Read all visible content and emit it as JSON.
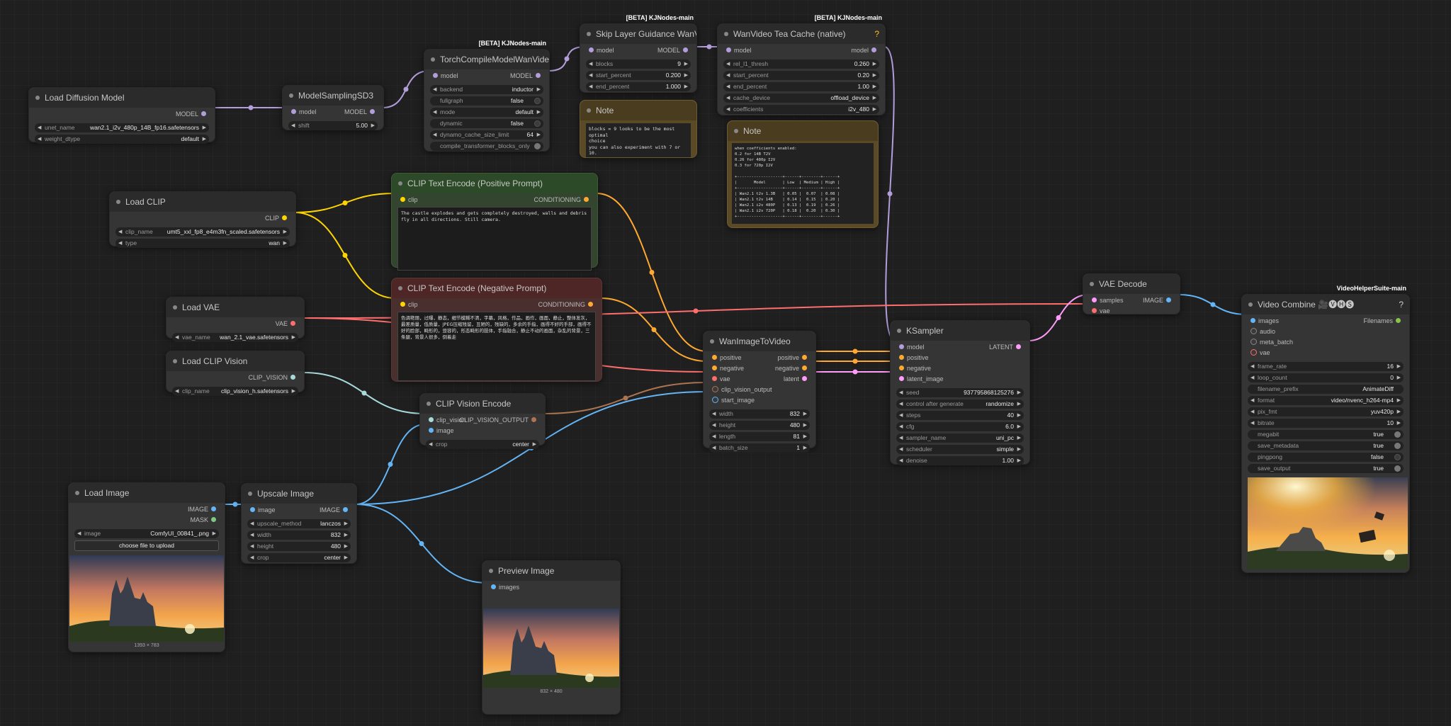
{
  "colors": {
    "model": "#b39ddb",
    "clip": "#ffd500",
    "cond": "#ffa931",
    "vae": "#ff6e6e",
    "clip_vision": "#a8dadc",
    "clip_vision_output": "#ad7452",
    "image": "#64b5f6",
    "latent": "#ff9cf9"
  },
  "nodes": {
    "load_diffusion": {
      "title": "Load Diffusion Model",
      "outputs": [
        "MODEL"
      ],
      "widgets": [
        {
          "label": "unet_name",
          "value": "wan2.1_i2v_480p_14B_fp16.safetensors"
        },
        {
          "label": "weight_dtype",
          "value": "default"
        }
      ]
    },
    "model_sampling": {
      "title": "ModelSamplingSD3",
      "inputs": [
        "model"
      ],
      "outputs": [
        "MODEL"
      ],
      "widgets": [
        {
          "label": "shift",
          "value": "5.00"
        }
      ]
    },
    "torch_compile": {
      "title": "TorchCompileModelWanVideo",
      "badge": "[BETA] KJNodes-main",
      "inputs": [
        "model"
      ],
      "outputs": [
        "MODEL"
      ],
      "widgets": [
        {
          "label": "backend",
          "value": "inductor"
        },
        {
          "label": "fullgraph",
          "value": "false"
        },
        {
          "label": "mode",
          "value": "default"
        },
        {
          "label": "dynamic",
          "value": "false"
        },
        {
          "label": "dynamo_cache_size_limit",
          "value": "64"
        },
        {
          "label": "compile_transformer_blocks_only",
          "value": "true"
        }
      ]
    },
    "skip_layer": {
      "title": "Skip Layer Guidance WanVideo",
      "badge": "[BETA] KJNodes-main",
      "inputs": [
        "model"
      ],
      "outputs": [
        "MODEL"
      ],
      "widgets": [
        {
          "label": "blocks",
          "value": "9"
        },
        {
          "label": "start_percent",
          "value": "0.200"
        },
        {
          "label": "end_percent",
          "value": "1.000"
        }
      ]
    },
    "tea_cache": {
      "title": "WanVideo Tea Cache (native)",
      "badge": "[BETA] KJNodes-main",
      "help": "?",
      "inputs": [
        "model"
      ],
      "outputs": [
        "model"
      ],
      "widgets": [
        {
          "label": "rel_l1_thresh",
          "value": "0.260"
        },
        {
          "label": "start_percent",
          "value": "0.20"
        },
        {
          "label": "end_percent",
          "value": "1.00"
        },
        {
          "label": "cache_device",
          "value": "offload_device"
        },
        {
          "label": "coefficients",
          "value": "i2v_480"
        }
      ]
    },
    "note1": {
      "title": "Note",
      "text": "blocks = 9 looks to be the most optimal\nchoice\nyou can also experiment with 7 or 10."
    },
    "note2": {
      "title": "Note",
      "text": "when coefficients enabled:\n0.2 for 14B T2V\n0.26 for 480p I2V\n0.3 for 720p I2V\n\n+-------------------+------+--------+------+\n|       Model       | Low  | Medium | High |\n+-------------------+------+--------+------+\n| Wan2.1 t2v 1.3B   | 0.05 |  0.07  | 0.08 |\n| Wan2.1 t2v 14B    | 0.14 |  0.15  | 0.20 |\n| Wan2.1 i2v 480P   | 0.13 |  0.19  | 0.26 |\n| Wan2.1 i2v 720P   | 0.18 |  0.20  | 0.30 |\n+-------------------+------+--------+------+"
    },
    "load_clip": {
      "title": "Load CLIP",
      "outputs": [
        "CLIP"
      ],
      "widgets": [
        {
          "label": "clip_name",
          "value": "umt5_xxl_fp8_e4m3fn_scaled.safetensors"
        },
        {
          "label": "type",
          "value": "wan"
        }
      ]
    },
    "clip_pos": {
      "title": "CLIP Text Encode (Positive Prompt)",
      "inputs": [
        "clip"
      ],
      "outputs": [
        "CONDITIONING"
      ],
      "text": "The castle explodes and gets completely destroyed, walls and debris fly in all directions. Still camera."
    },
    "clip_neg": {
      "title": "CLIP Text Encode (Negative Prompt)",
      "inputs": [
        "clip"
      ],
      "outputs": [
        "CONDITIONING"
      ],
      "text": "色调艳丽，过曝，静态，细节模糊不清，字幕，风格，作品，画作，画面，静止，整体发灰，最差质量，低质量，JPEG压缩残留，丑陋的，残缺的，多余的手指，画得不好的手部，画得不好的脸部，畸形的，毁容的，形态畸形的肢体，手指融合，静止不动的画面，杂乱的背景，三条腿，背景人很多，倒着走"
    },
    "load_vae": {
      "title": "Load VAE",
      "outputs": [
        "VAE"
      ],
      "widgets": [
        {
          "label": "vae_name",
          "value": "wan_2.1_vae.safetensors"
        }
      ]
    },
    "load_clip_vision": {
      "title": "Load CLIP Vision",
      "outputs": [
        "CLIP_VISION"
      ],
      "widgets": [
        {
          "label": "clip_name",
          "value": "clip_vision_h.safetensors"
        }
      ]
    },
    "clip_vision_encode": {
      "title": "CLIP Vision Encode",
      "inputs": [
        "clip_vision",
        "image"
      ],
      "outputs": [
        "CLIP_VISION_OUTPUT"
      ],
      "widgets": [
        {
          "label": "crop",
          "value": "center"
        }
      ]
    },
    "wan_i2v": {
      "title": "WanImageToVideo",
      "inputs": [
        "positive",
        "negative",
        "vae",
        "clip_vision_output",
        "start_image"
      ],
      "outputs": [
        "positive",
        "negative",
        "latent"
      ],
      "widgets": [
        {
          "label": "width",
          "value": "832"
        },
        {
          "label": "height",
          "value": "480"
        },
        {
          "label": "length",
          "value": "81"
        },
        {
          "label": "batch_size",
          "value": "1"
        }
      ]
    },
    "ksampler": {
      "title": "KSampler",
      "inputs": [
        "model",
        "positive",
        "negative",
        "latent_image"
      ],
      "outputs": [
        "LATENT"
      ],
      "widgets": [
        {
          "label": "seed",
          "value": "937795868125276"
        },
        {
          "label": "control after generate",
          "value": "randomize"
        },
        {
          "label": "steps",
          "value": "40"
        },
        {
          "label": "cfg",
          "value": "6.0"
        },
        {
          "label": "sampler_name",
          "value": "uni_pc"
        },
        {
          "label": "scheduler",
          "value": "simple"
        },
        {
          "label": "denoise",
          "value": "1.00"
        }
      ]
    },
    "vae_decode": {
      "title": "VAE Decode",
      "inputs": [
        "samples",
        "vae"
      ],
      "outputs": [
        "IMAGE"
      ]
    },
    "video_combine": {
      "title": "Video Combine 🎥🅥🅗🅢",
      "badge": "VideoHelperSuite-main",
      "help": "?",
      "inputs": [
        "images",
        "audio",
        "meta_batch",
        "vae"
      ],
      "outputs": [
        "Filenames"
      ],
      "widgets": [
        {
          "label": "frame_rate",
          "value": "16"
        },
        {
          "label": "loop_count",
          "value": "0"
        },
        {
          "label": "filename_prefix",
          "value": "AnimateDiff"
        },
        {
          "label": "format",
          "value": "video/nvenc_h264-mp4"
        },
        {
          "label": "pix_fmt",
          "value": "yuv420p"
        },
        {
          "label": "bitrate",
          "value": "10"
        },
        {
          "label": "megabit",
          "value": "true"
        },
        {
          "label": "save_metadata",
          "value": "true"
        },
        {
          "label": "pingpong",
          "value": "false"
        },
        {
          "label": "save_output",
          "value": "true"
        }
      ]
    },
    "load_image": {
      "title": "Load Image",
      "outputs": [
        "IMAGE",
        "MASK"
      ],
      "widgets": [
        {
          "label": "image",
          "value": "ComfyUI_00841_.png"
        }
      ],
      "button": "choose file to upload",
      "caption": "1393 × 783"
    },
    "upscale_image": {
      "title": "Upscale Image",
      "inputs": [
        "image"
      ],
      "outputs": [
        "IMAGE"
      ],
      "widgets": [
        {
          "label": "upscale_method",
          "value": "lanczos"
        },
        {
          "label": "width",
          "value": "832"
        },
        {
          "label": "height",
          "value": "480"
        },
        {
          "label": "crop",
          "value": "center"
        }
      ]
    },
    "preview_image": {
      "title": "Preview Image",
      "inputs": [
        "images"
      ],
      "caption": "832 × 480"
    }
  }
}
